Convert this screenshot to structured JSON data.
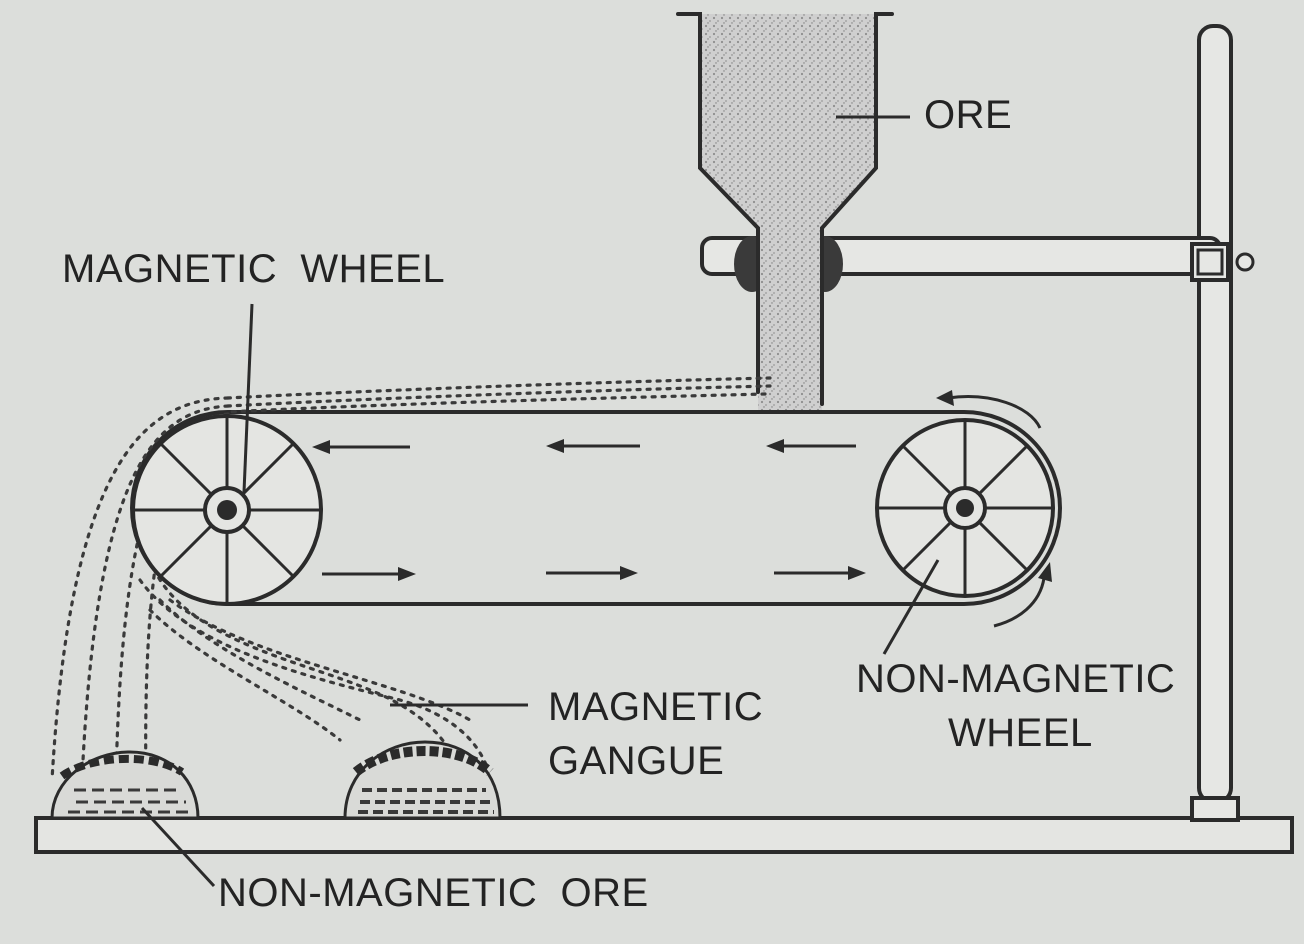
{
  "labels": {
    "ore": "ORE",
    "magnetic_wheel": "MAGNETIC  WHEEL",
    "non_magnetic_wheel_line1": "NON-MAGNETIC",
    "non_magnetic_wheel_line2": "WHEEL",
    "magnetic_gangue_line1": "MAGNETIC",
    "magnetic_gangue_line2": "GANGUE",
    "non_magnetic_ore": "NON-MAGNETIC  ORE"
  }
}
